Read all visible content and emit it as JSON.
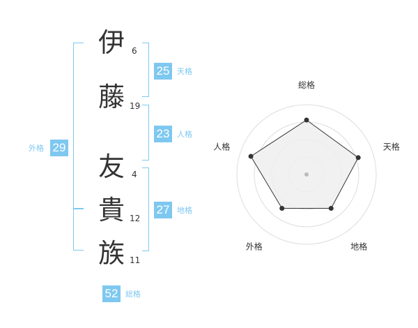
{
  "name_chars": [
    {
      "char": "伊",
      "strokes": "6"
    },
    {
      "char": "藤",
      "strokes": "19"
    },
    {
      "char": "友",
      "strokes": "4"
    },
    {
      "char": "貴",
      "strokes": "12"
    },
    {
      "char": "族",
      "strokes": "11"
    }
  ],
  "ten_kaku": {
    "value": "25",
    "label": "天格"
  },
  "jin_kaku": {
    "value": "23",
    "label": "人格"
  },
  "chi_kaku": {
    "value": "27",
    "label": "地格"
  },
  "gai_kaku": {
    "value": "29",
    "label": "外格"
  },
  "so_kaku": {
    "value": "52",
    "label": "総格"
  },
  "colors": {
    "accent": "#7ec8f0",
    "text": "#333333",
    "radar_fill": "#eeeeee",
    "ring": "#dddddd"
  },
  "chart_data": {
    "type": "radar",
    "axes": [
      "総格",
      "天格",
      "地格",
      "外格",
      "人格"
    ],
    "values": [
      0.78,
      0.78,
      0.6,
      0.6,
      0.84
    ],
    "rings": 4
  }
}
